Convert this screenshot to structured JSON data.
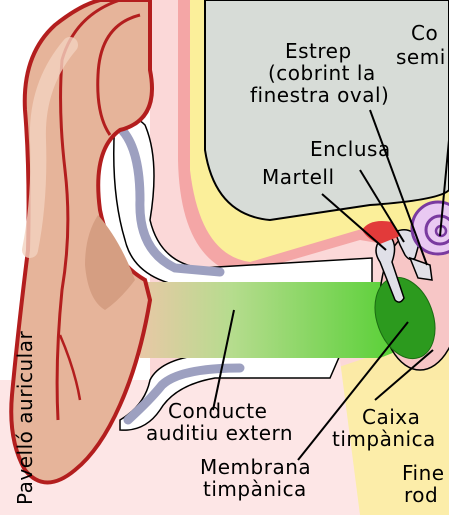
{
  "labels": {
    "canal_line1": "Co",
    "canal_line2": "semi",
    "estrep_line1": "Estrep",
    "estrep_line2": "(cobrint la",
    "estrep_line3": "finestra oval)",
    "enclusa": "Enclusa",
    "martell": "Martell",
    "pavello": "Pavelló auricular",
    "conducte_line1": "Conducte",
    "conducte_line2": "auditiu extern",
    "caixa_line1": "Caixa",
    "caixa_line2": "timpànica",
    "membrana_line1": "Membrana",
    "membrana_line2": "timpànica",
    "finestra_line1": "Fine",
    "finestra_line2": "rod"
  },
  "colors": {
    "ear_outline": "#b31e1e",
    "ear_fill": "#e6b49a",
    "skin_pink": "#fbd8d8",
    "cartilage_gray": "#9da0c0",
    "bone_yellow": "#fbef9a",
    "brain_gray": "#d7dcd7",
    "canal_green": "#5dd23a",
    "eardrum_green": "#2c9a1e",
    "cochlea_purple": "#7a3aa0"
  }
}
